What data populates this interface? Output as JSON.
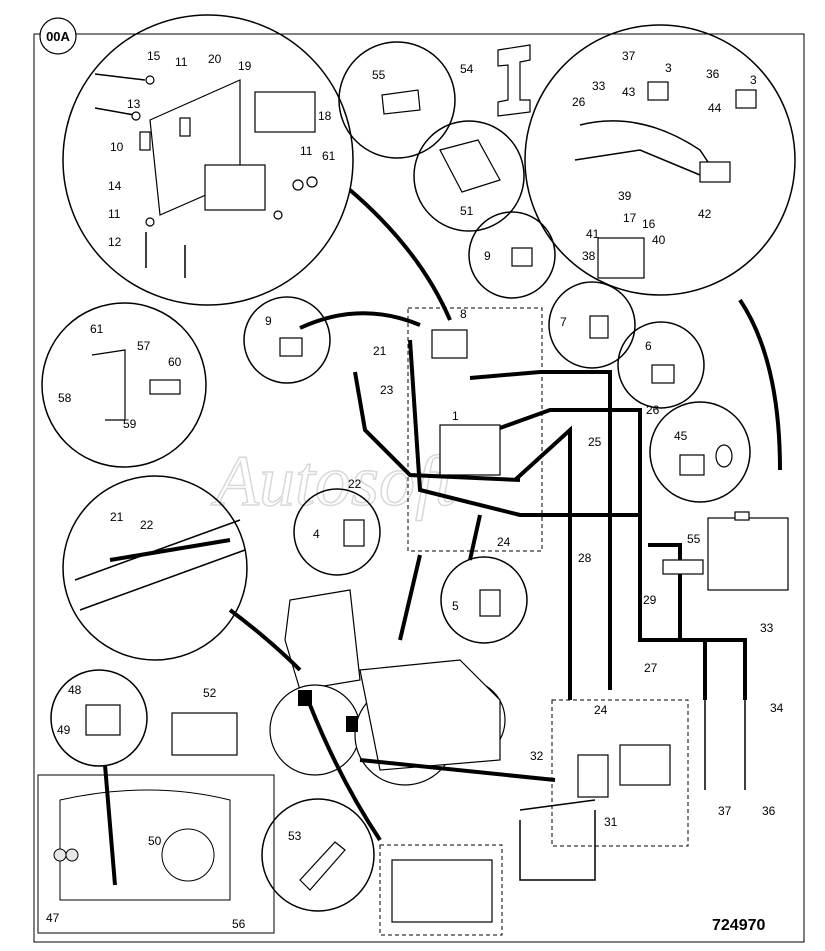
{
  "figure": {
    "tag": "00A",
    "drawing_number": "724970",
    "watermark": "Autosoft"
  },
  "callouts": {
    "c1": "1",
    "c3a": "3",
    "c3b": "3",
    "c4": "4",
    "c5": "5",
    "c6": "6",
    "c7": "7",
    "c8": "8",
    "c9a": "9",
    "c9b": "9",
    "c10": "10",
    "c11a": "11",
    "c11b": "11",
    "c11c": "11",
    "c12": "12",
    "c13": "13",
    "c14": "14",
    "c15": "15",
    "c16": "16",
    "c17": "17",
    "c18": "18",
    "c19": "19",
    "c20": "20",
    "c21a": "21",
    "c21b": "21",
    "c22a": "22",
    "c22b": "22",
    "c23": "23",
    "c24a": "24",
    "c24b": "24",
    "c25": "25",
    "c26a": "26",
    "c26b": "26",
    "c27": "27",
    "c28": "28",
    "c29": "29",
    "c31": "31",
    "c32": "32",
    "c33a": "33",
    "c33b": "33",
    "c34": "34",
    "c36a": "36",
    "c36b": "36",
    "c37a": "37",
    "c37b": "37",
    "c38": "38",
    "c39": "39",
    "c40": "40",
    "c41": "41",
    "c42": "42",
    "c43": "43",
    "c44": "44",
    "c45": "45",
    "c47": "47",
    "c48": "48",
    "c49": "49",
    "c50": "50",
    "c51": "51",
    "c52": "52",
    "c53": "53",
    "c54": "54",
    "c55a": "55",
    "c55b": "55",
    "c56": "56",
    "c57": "57",
    "c58": "58",
    "c59": "59",
    "c60": "60",
    "c61a": "61",
    "c61b": "61"
  }
}
